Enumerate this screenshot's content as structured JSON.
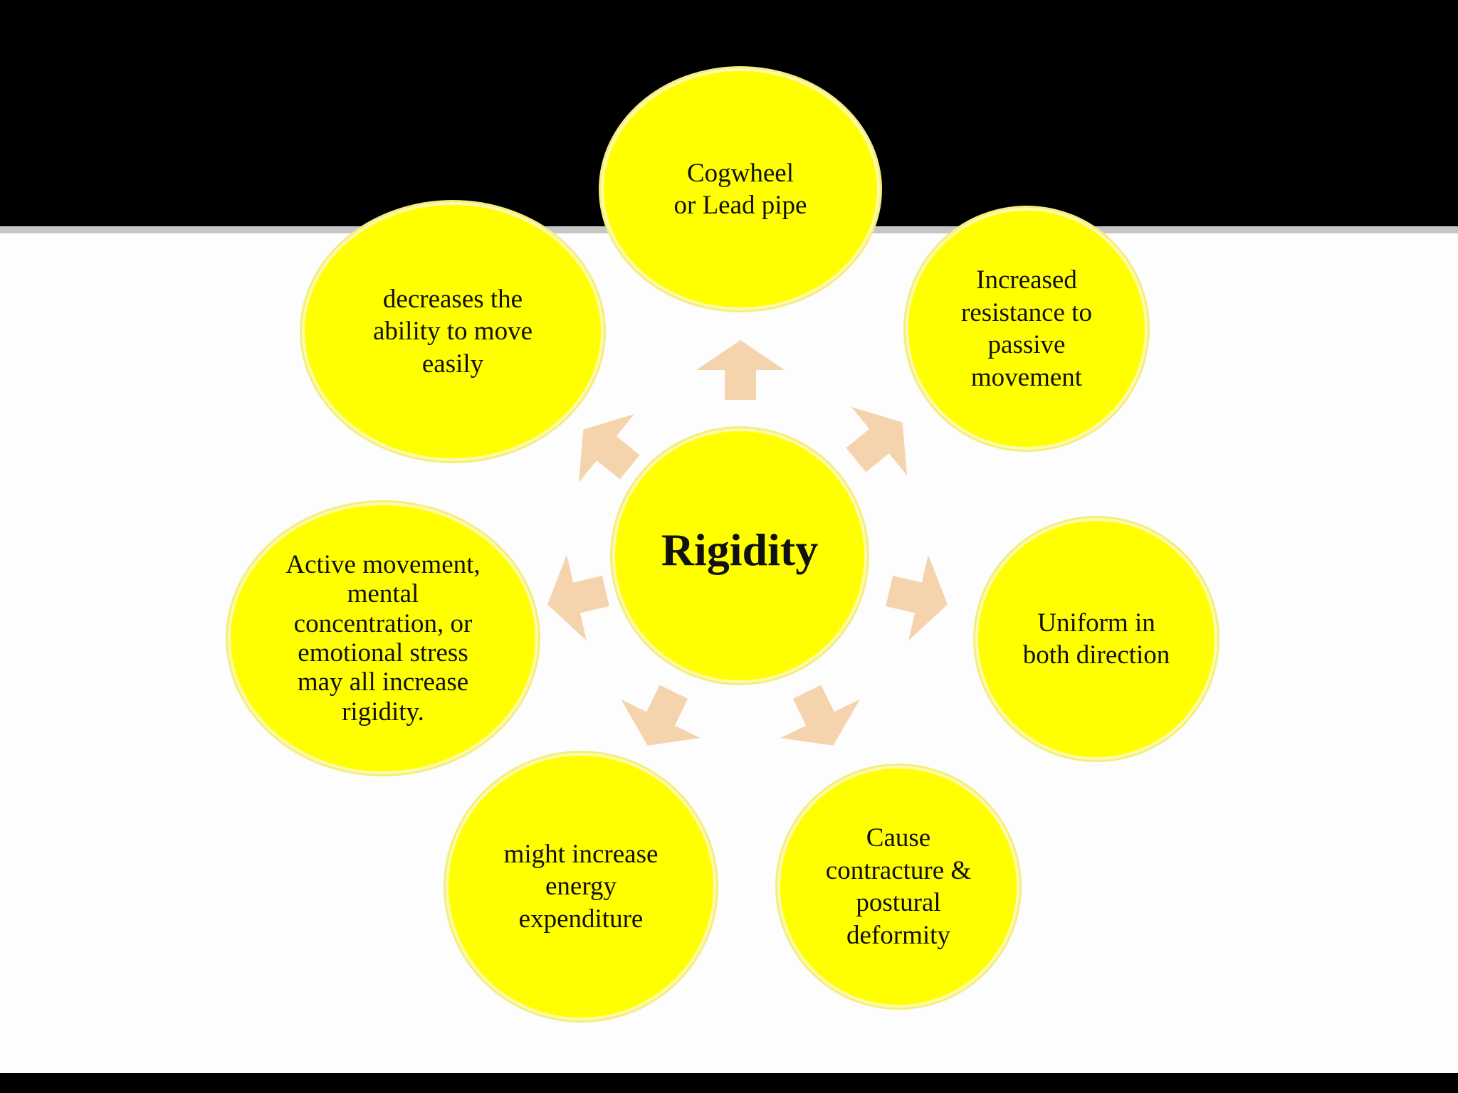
{
  "diagram": {
    "center": {
      "label": "Rigidity"
    },
    "nodes": [
      {
        "id": "top",
        "label": "Cogwheel\nor Lead pipe"
      },
      {
        "id": "upper-right",
        "label": "Increased\nresistance to\npassive\nmovement"
      },
      {
        "id": "right",
        "label": "Uniform in\nboth direction"
      },
      {
        "id": "lower-right",
        "label": "Cause\ncontracture &\npostural\ndeformity"
      },
      {
        "id": "lower-left",
        "label": "might increase\nenergy\nexpenditure"
      },
      {
        "id": "left",
        "label": "Active movement,\nmental\nconcentration, or\nemotional stress\nmay all increase\nrigidity."
      },
      {
        "id": "upper-left",
        "label": "decreases the\nability to move\neasily"
      }
    ],
    "colors": {
      "node_fill": "#ffff00",
      "arrow_fill": "#f5d3ad",
      "header_band": "#000000",
      "background": "#fdfdfd"
    }
  }
}
